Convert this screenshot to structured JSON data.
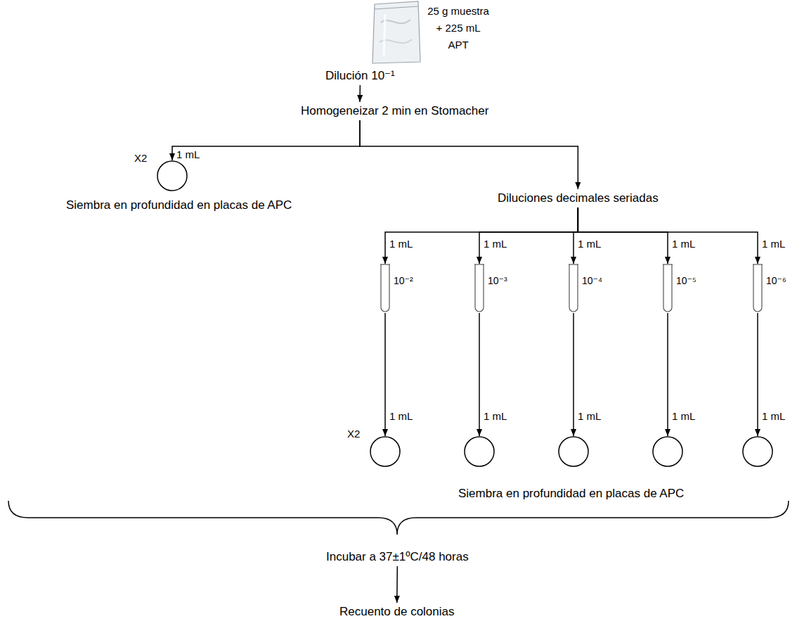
{
  "diagram": {
    "nodes": [
      {
        "text": [
          "25 g muestra + 225 mL APT"
        ]
      },
      {
        "text": [
          "Dilución 10⁻¹"
        ]
      },
      {
        "text": [
          "Homogeneizar 2 min en Stomacher"
        ]
      },
      {
        "text": [
          "X2"
        ]
      },
      {
        "text": [
          "Diluciones decimales seriadas"
        ]
      },
      {
        "text": [
          "10⁻²"
        ]
      },
      {
        "text": [
          "10⁻³"
        ]
      },
      {
        "text": [
          "10⁻⁴"
        ]
      },
      {
        "text": [
          "10⁻⁵"
        ]
      },
      {
        "text": [
          "10⁻⁶"
        ]
      },
      {
        "text": [
          "X2"
        ]
      },
      {
        "text": []
      },
      {
        "text": []
      },
      {
        "text": []
      },
      {
        "text": []
      },
      {
        "text": [
          "Incubar a 37±1ºC/48 horas"
        ]
      },
      {
        "text": [
          "Recuento de colonias"
        ]
      }
    ],
    "edges": [
      {
        "from": 1,
        "to": 2,
        "arrow": "to"
      },
      {
        "from": 2,
        "to": 3,
        "label": "1 mL",
        "arrow": "to"
      },
      {
        "from": 2,
        "to": 4,
        "arrow": "to"
      },
      {
        "from": 4,
        "to": 5,
        "label": "1 mL",
        "arrow": "to"
      },
      {
        "from": 4,
        "to": 6,
        "label": "1 mL",
        "arrow": "to"
      },
      {
        "from": 4,
        "to": 7,
        "label": "1 mL",
        "arrow": "to"
      },
      {
        "from": 4,
        "to": 8,
        "label": "1 mL",
        "arrow": "to"
      },
      {
        "from": 4,
        "to": 9,
        "label": "1 mL",
        "arrow": "to"
      },
      {
        "from": 5,
        "to": 10,
        "label": "1 mL",
        "arrow": "to"
      },
      {
        "from": 6,
        "to": 11,
        "label": "1 mL",
        "arrow": "to"
      },
      {
        "from": 7,
        "to": 12,
        "label": "1 mL",
        "arrow": "to"
      },
      {
        "from": 8,
        "to": 13,
        "label": "1 mL",
        "arrow": "to"
      },
      {
        "from": 9,
        "to": 14,
        "label": "1 mL",
        "arrow": "to"
      },
      {
        "from": 15,
        "to": 16,
        "arrow": "to"
      }
    ],
    "labels": [
      "Siembra en profundidad en placas de APC",
      "Siembra en profundidad en placas de APC"
    ]
  }
}
